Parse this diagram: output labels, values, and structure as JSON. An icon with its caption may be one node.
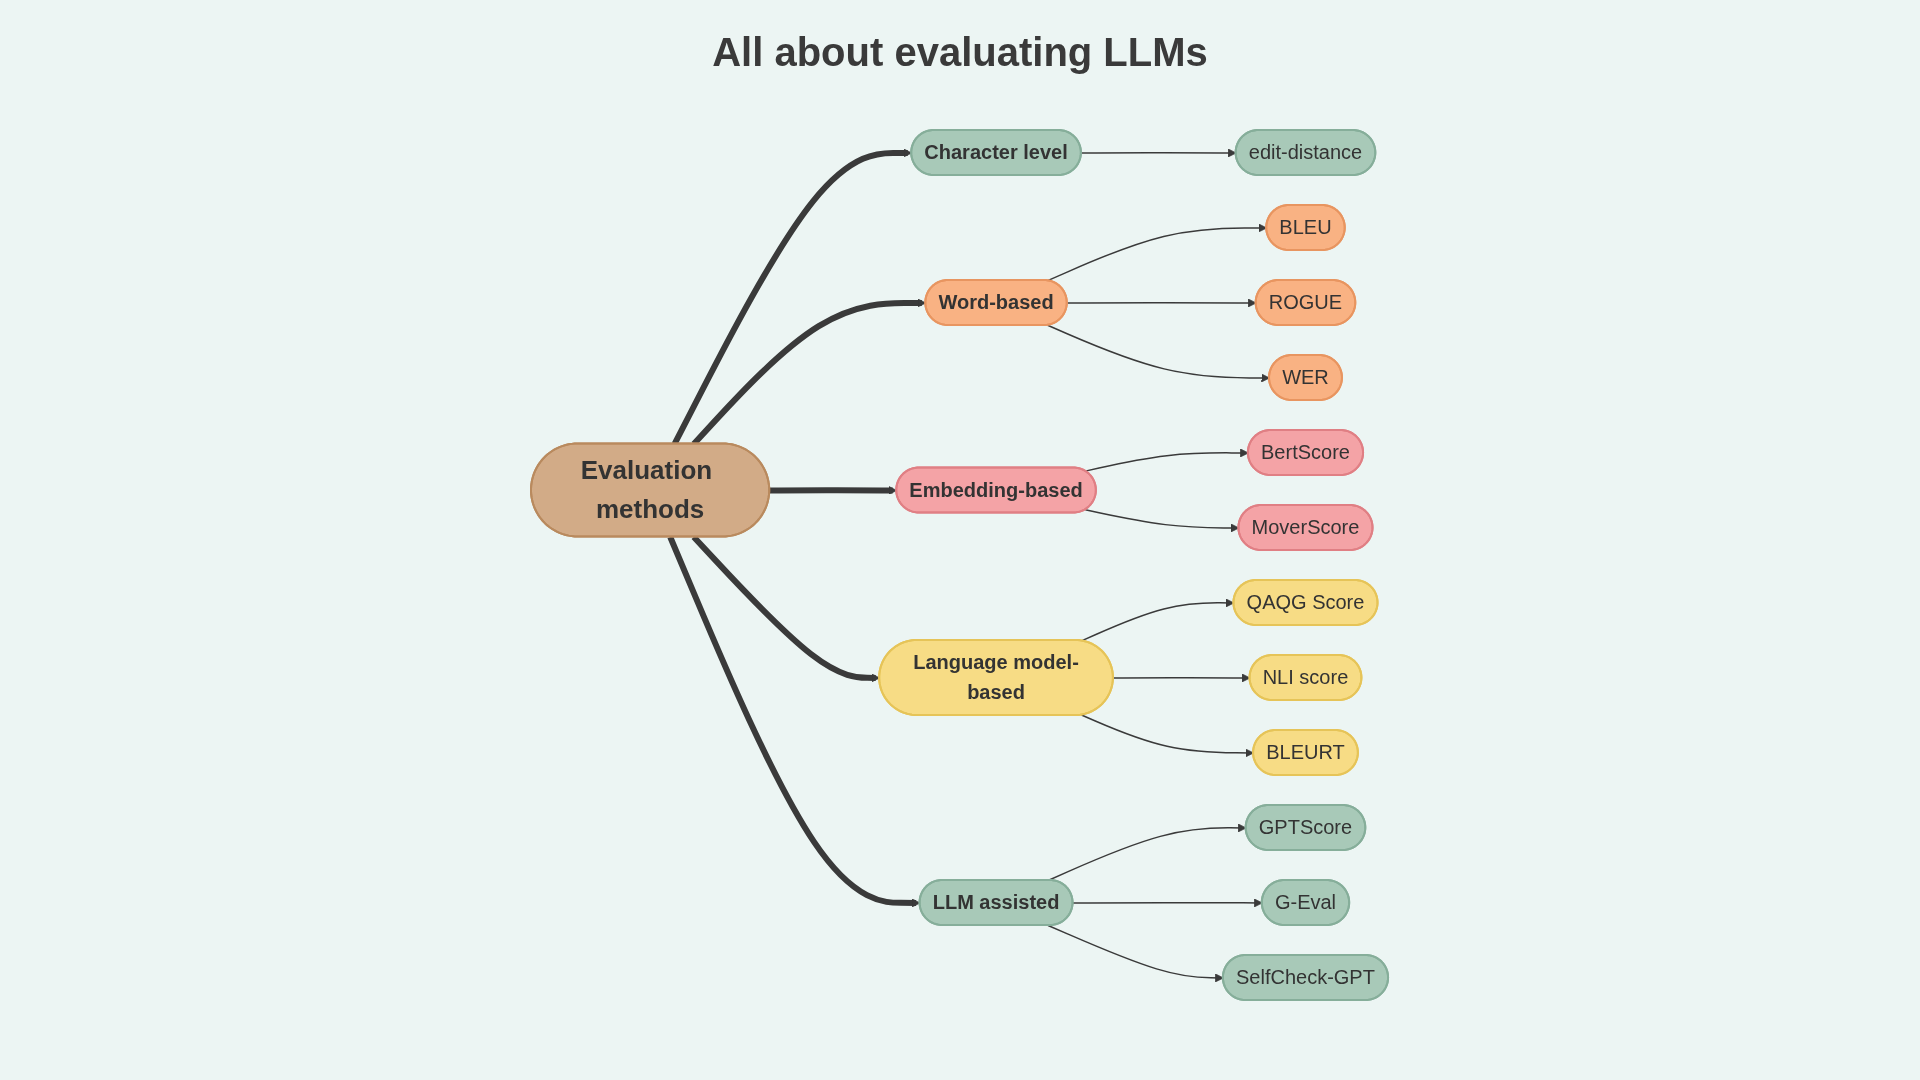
{
  "diagram": {
    "title": "All about evaluating LLMs",
    "nodes": [
      {
        "text": [
          "Evaluation methods"
        ]
      },
      {
        "text": [
          "Character level"
        ]
      },
      {
        "text": [
          "edit-distance"
        ]
      },
      {
        "text": [
          "Word-based"
        ]
      },
      {
        "text": [
          "BLEU"
        ]
      },
      {
        "text": [
          "ROGUE"
        ]
      },
      {
        "text": [
          "WER"
        ]
      },
      {
        "text": [
          "Embedding-based"
        ]
      },
      {
        "text": [
          "BertScore"
        ]
      },
      {
        "text": [
          "MoverScore"
        ]
      },
      {
        "text": [
          "Language model-based"
        ]
      },
      {
        "text": [
          "QAQG Score"
        ]
      },
      {
        "text": [
          "NLI score"
        ]
      },
      {
        "text": [
          "BLEURT"
        ]
      },
      {
        "text": [
          "LLM assisted"
        ]
      },
      {
        "text": [
          "GPTScore"
        ]
      },
      {
        "text": [
          "G-Eval"
        ]
      },
      {
        "text": [
          "SelfCheck-GPT"
        ]
      }
    ],
    "edges": [
      {
        "from": 0,
        "to": 1,
        "arrow": "to",
        "style": "thick"
      },
      {
        "from": 1,
        "to": 2,
        "arrow": "to"
      },
      {
        "from": 0,
        "to": 3,
        "arrow": "to",
        "style": "thick"
      },
      {
        "from": 3,
        "to": 4,
        "arrow": "to"
      },
      {
        "from": 3,
        "to": 5,
        "arrow": "to"
      },
      {
        "from": 3,
        "to": 6,
        "arrow": "to"
      },
      {
        "from": 0,
        "to": 7,
        "arrow": "to",
        "style": "thick"
      },
      {
        "from": 7,
        "to": 8,
        "arrow": "to"
      },
      {
        "from": 7,
        "to": 9,
        "arrow": "to"
      },
      {
        "from": 0,
        "to": 10,
        "arrow": "to",
        "style": "thick"
      },
      {
        "from": 10,
        "to": 11,
        "arrow": "to"
      },
      {
        "from": 10,
        "to": 12,
        "arrow": "to"
      },
      {
        "from": 10,
        "to": 13,
        "arrow": "to"
      },
      {
        "from": 0,
        "to": 14,
        "arrow": "to",
        "style": "thick"
      },
      {
        "from": 14,
        "to": 15,
        "arrow": "to"
      },
      {
        "from": 14,
        "to": 16,
        "arrow": "to"
      },
      {
        "from": 14,
        "to": 17,
        "arrow": "to"
      }
    ]
  }
}
